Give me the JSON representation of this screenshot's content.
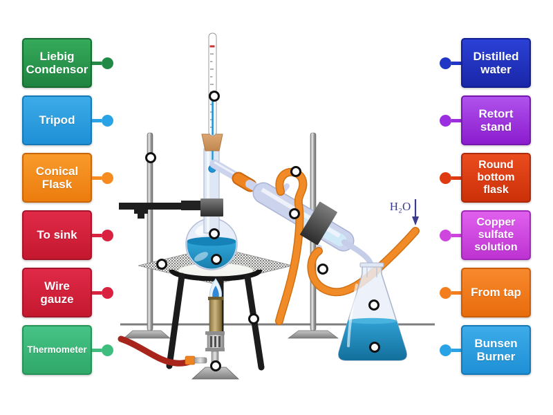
{
  "left_labels": [
    {
      "label": "Liebig\nCondensor",
      "color": "#238a45"
    },
    {
      "label": "Tripod",
      "color": "#2aa3e6"
    },
    {
      "label": "Conical\nFlask",
      "color": "#f68b1f"
    },
    {
      "label": "To sink",
      "color": "#d92240"
    },
    {
      "label": "Wire\ngauze",
      "color": "#d92240"
    },
    {
      "label": "Thermometer",
      "color": "#3ebd7e"
    }
  ],
  "right_labels": [
    {
      "label": "Distilled\nwater",
      "color": "#2136c4"
    },
    {
      "label": "Retort\nstand",
      "color": "#9b2fe0"
    },
    {
      "label": "Round\nbottom\nflask",
      "color": "#df3a10"
    },
    {
      "label": "Copper\nsulfate\nsolution",
      "color": "#cf45e0"
    },
    {
      "label": "From tap",
      "color": "#f47d1e"
    },
    {
      "label": "Bunsen\nBurner",
      "color": "#2aa3e6"
    }
  ],
  "diagram": {
    "h2o_label": "H₂O"
  }
}
